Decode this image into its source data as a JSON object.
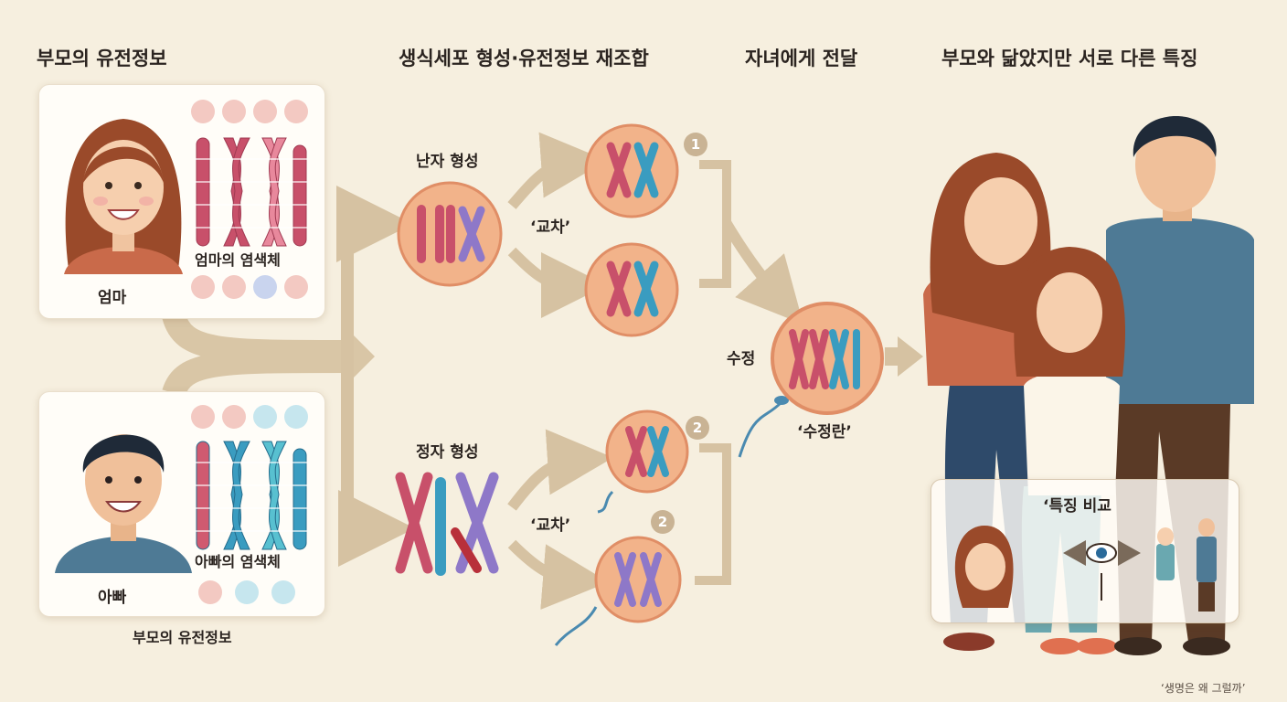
{
  "headings": {
    "parents_info": "부모의 유전정보",
    "gamete_formation": "생식세포 형성·유전정보 재조합",
    "transfer": "자녀에게 전달",
    "traits": "부모와 닮았지만 서로 다른 특징"
  },
  "mom_card": {
    "name": "엄마",
    "chromosome_label": "엄마의 염색체"
  },
  "dad_card": {
    "name": "아빠",
    "chromosome_label": "아빠의 염색체"
  },
  "parents_caption": "부모의 유전정보",
  "egg_formation": "난자 형성",
  "sperm_formation": "정자 형성",
  "crossover_top": "‘교차’",
  "crossover_bottom": "‘교차’",
  "badges": [
    "1",
    "2",
    "2"
  ],
  "fertilization": "수정",
  "zygote": "‘수정란’",
  "comparison_title": "‘특징 비교",
  "footer": "‘생명은 왜 그럴까’",
  "colors": {
    "mom_chromosome": "#c8506a",
    "dad_chromosome": "#3a9cc0",
    "cell_fill": "#f2b38a",
    "arrow": "#d6c2a2",
    "background": "#f6efdf"
  }
}
